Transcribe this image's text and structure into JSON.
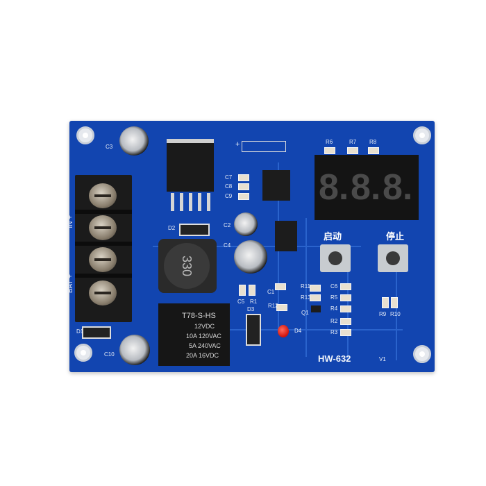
{
  "board": {
    "model": "HW-632",
    "version_label": "V1",
    "terminal_labels": {
      "in": "IN +",
      "bat": "BAT +"
    },
    "button_labels": {
      "start": "启动",
      "stop": "停止"
    },
    "display_digits": [
      "8.",
      "8.",
      "8."
    ],
    "inductor_marking": "330",
    "relay": {
      "model": "T78-S-HS",
      "lines": [
        "12VDC",
        "10A 120VAC",
        "5A 240VAC",
        "20A 16VDC"
      ]
    },
    "component_labels": [
      "C3",
      "C7",
      "C8",
      "C9",
      "C2",
      "C4",
      "C5",
      "R1",
      "C1",
      "D2",
      "D1",
      "C10",
      "D3",
      "D4",
      "R12",
      "R11",
      "R13",
      "Q1",
      "C6",
      "R5",
      "R4",
      "R2",
      "R3",
      "R6",
      "R7",
      "R8",
      "R9",
      "R10"
    ],
    "header_label": "+",
    "colors": {
      "pcb": "#1245b0",
      "trace": "#2a63cc",
      "led": "#d0120a"
    }
  }
}
